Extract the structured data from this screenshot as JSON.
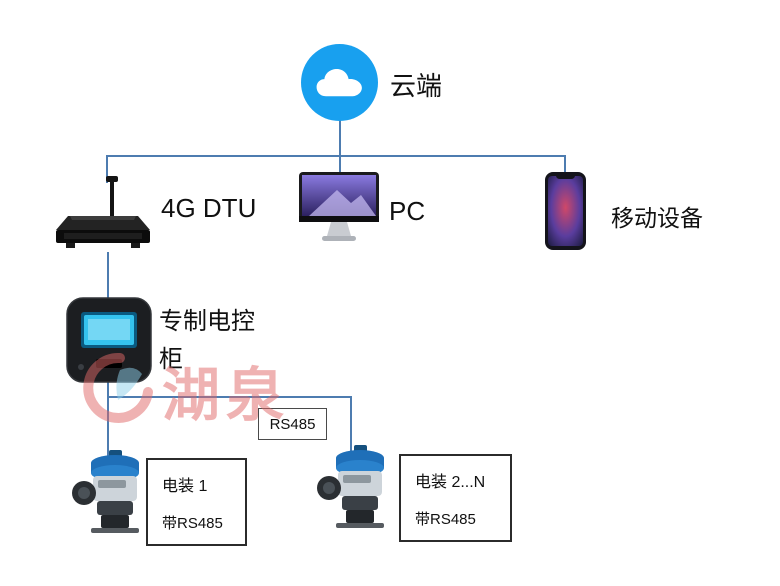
{
  "watermark": {
    "text": "湖泉"
  },
  "colors": {
    "line": "#4d7cb0",
    "cloud_background": "#18a0ef",
    "watermark_red": "#e06868",
    "cabinet_screen_blue": "#35c3ee",
    "actuator_blue": "#2a82cc"
  },
  "nodes": {
    "cloud": {
      "label": "云端"
    },
    "dtu": {
      "label": "4G DTU"
    },
    "pc": {
      "label": "PC"
    },
    "mobile": {
      "label": "移动设备"
    },
    "cabinet": {
      "label_line1": "专制电控",
      "label_line2": "柜"
    },
    "bus": {
      "label": "RS485"
    },
    "actuator1": {
      "title": "电装 1",
      "subtitle": "带RS485"
    },
    "actuator2": {
      "title": "电装 2...N",
      "subtitle": "带RS485"
    }
  }
}
